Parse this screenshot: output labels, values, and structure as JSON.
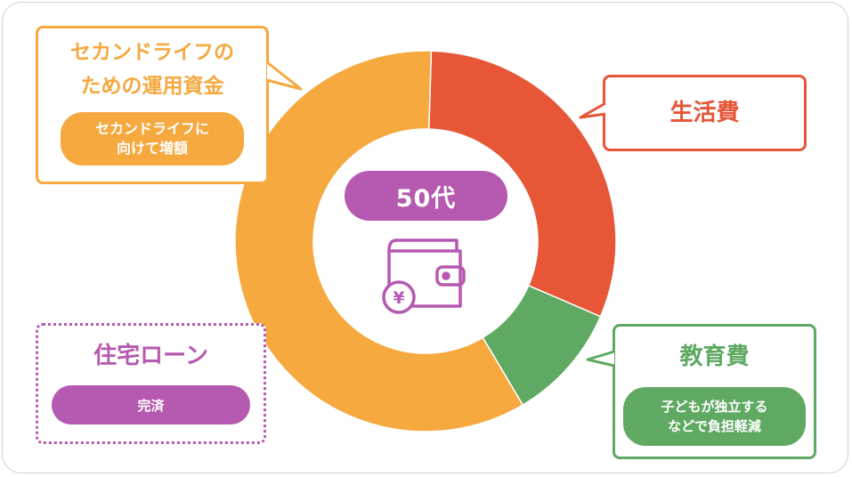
{
  "center": {
    "label": "50代",
    "icon": "wallet-yen-icon"
  },
  "chart_data": {
    "type": "pie",
    "segments": [
      {
        "name": "生活費",
        "value": 31,
        "color": "#e65637"
      },
      {
        "name": "教育費",
        "value": 10,
        "color": "#5fa963"
      },
      {
        "name": "セカンドライフのための運用資金",
        "value": 59,
        "color": "#f5a93f"
      }
    ]
  },
  "callouts": {
    "second_life": {
      "title_line1": "セカンドライフの",
      "title_line2": "ための運用資金",
      "note_line1": "セカンドライフに",
      "note_line2": "向けて増額",
      "color": "#f5a93f"
    },
    "living": {
      "title": "生活費",
      "color": "#e65637"
    },
    "education": {
      "title": "教育費",
      "note_line1": "子どもが独立する",
      "note_line2": "などで負担軽減",
      "color": "#5fa963"
    },
    "housing": {
      "title": "住宅ローン",
      "note": "完済",
      "color": "#b659b0"
    }
  }
}
